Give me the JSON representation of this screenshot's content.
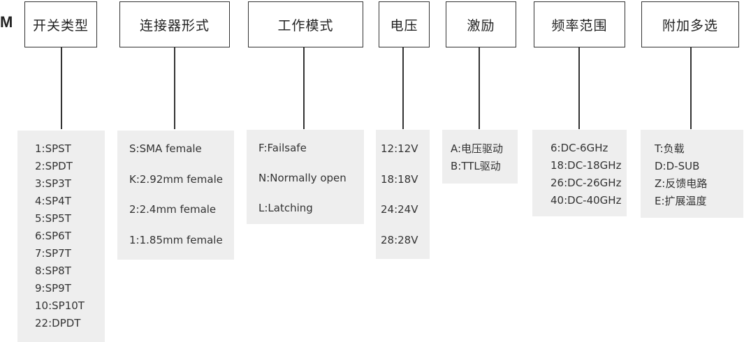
{
  "prefix": "M",
  "columns": [
    {
      "header": "开关类型",
      "items": [
        "1:SPST",
        "2:SPDT",
        "3:SP3T",
        "4:SP4T",
        "5:SP5T",
        "6:SP6T",
        "7:SP7T",
        "8:SP8T",
        "9:SP9T",
        "10:SP10T",
        "22:DPDT"
      ]
    },
    {
      "header": "连接器形式",
      "items": [
        "S:SMA female",
        "K:2.92mm female",
        "2:2.4mm female",
        "1:1.85mm female"
      ]
    },
    {
      "header": "工作模式",
      "items": [
        "F:Failsafe",
        "N:Normally open",
        "L:Latching"
      ]
    },
    {
      "header": "电压",
      "items": [
        "12:12V",
        "18:18V",
        "24:24V",
        "28:28V"
      ]
    },
    {
      "header": "激励",
      "items": [
        "A:电压驱动",
        "B:TTL驱动"
      ]
    },
    {
      "header": "频率范围",
      "items": [
        "6:DC-6GHz",
        "18:DC-18GHz",
        "26:DC-26GHz",
        "40:DC-40GHz"
      ]
    },
    {
      "header": "附加多选",
      "items": [
        "T:负载",
        "D:D-SUB",
        "Z:反馈电路",
        "E:扩展温度"
      ]
    }
  ]
}
